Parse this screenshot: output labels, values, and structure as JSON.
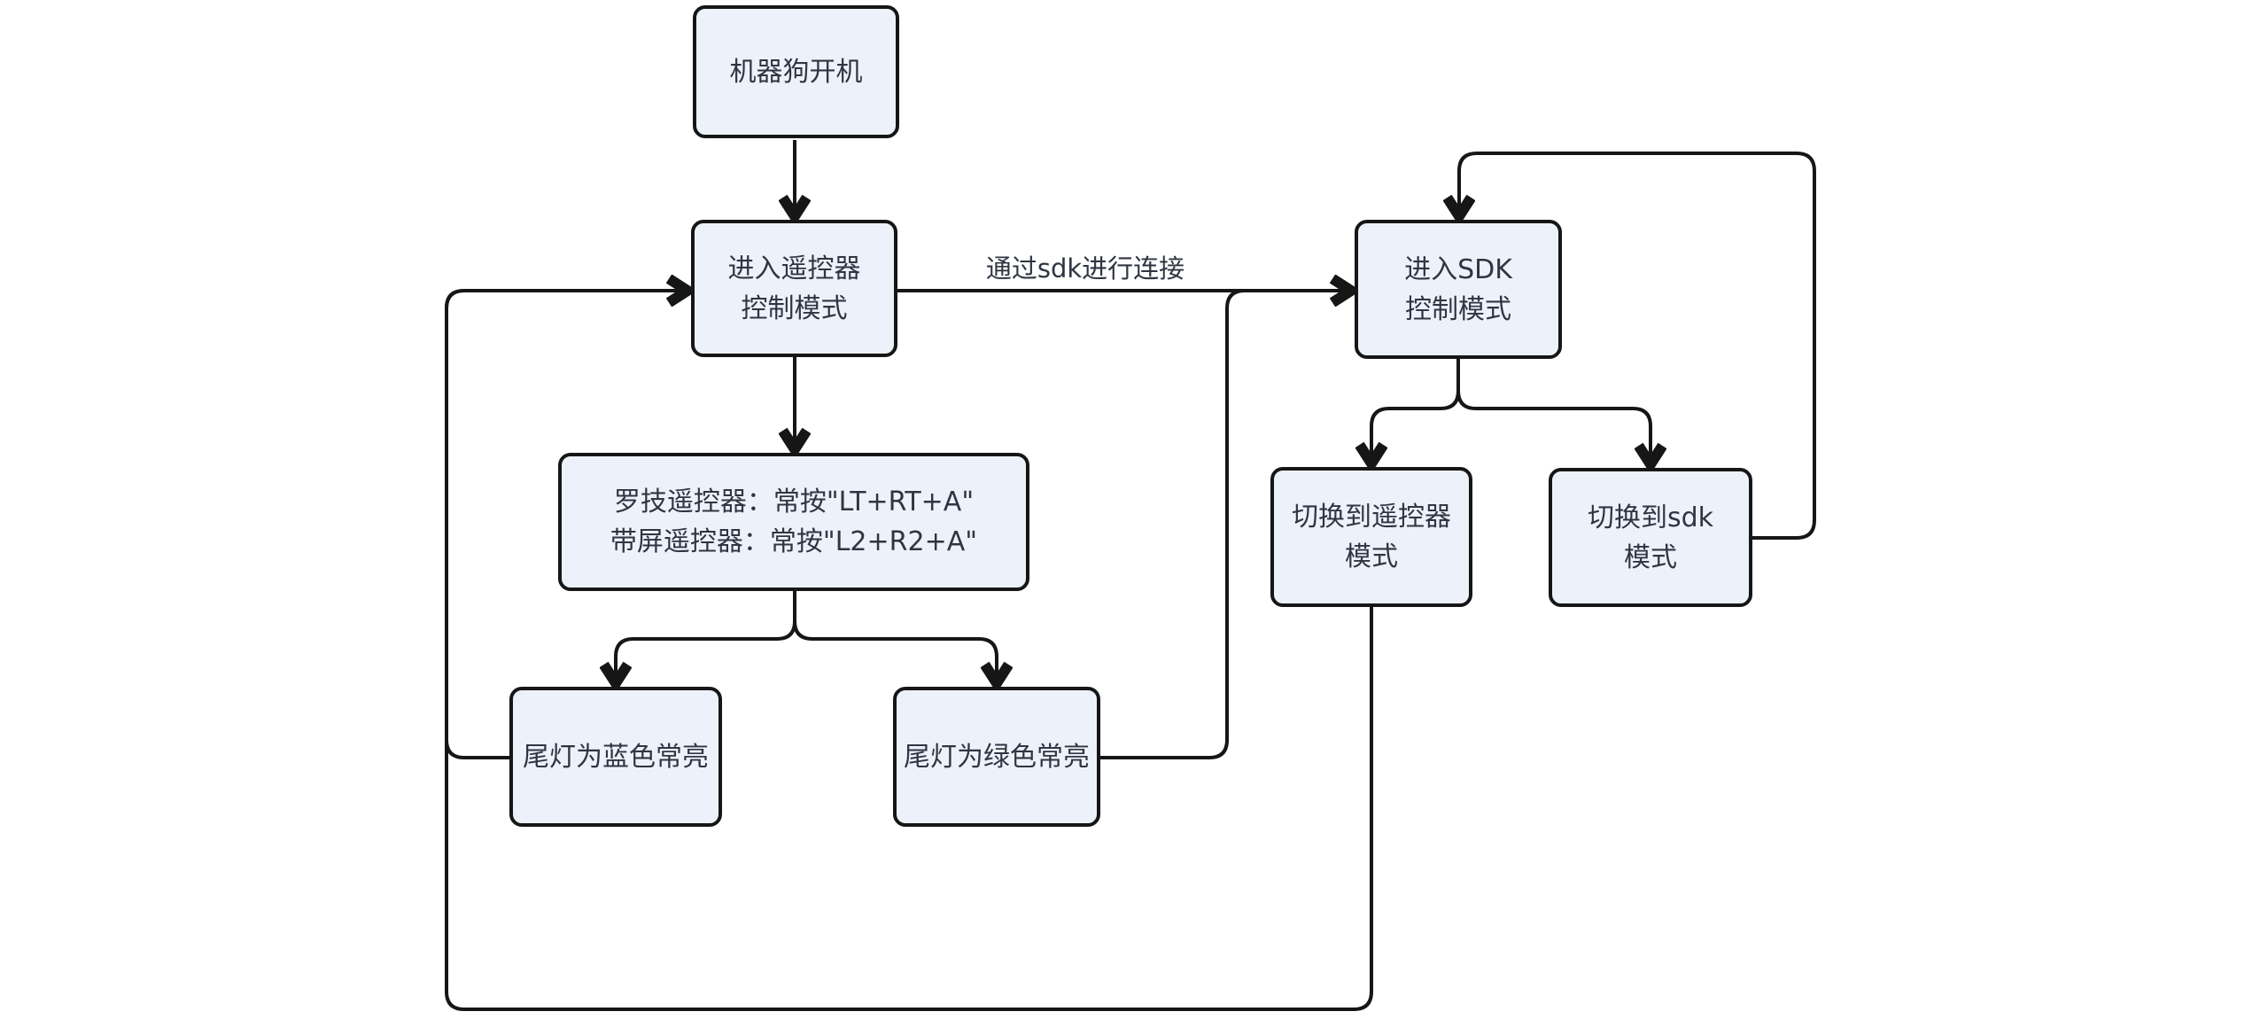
{
  "diagram_type": "flowchart",
  "colors": {
    "page_bg": "#ffffff",
    "node_fill": "#edf2fa",
    "node_border": "#161616",
    "edge": "#161616",
    "text": "#2f3542"
  },
  "nodes": [
    {
      "id": "power-on",
      "label": "机器狗开机"
    },
    {
      "id": "remote-mode",
      "label": "进入遥控器\n控制模式"
    },
    {
      "id": "hold-keys",
      "label": "罗技遥控器：常按\"LT+RT+A\"\n带屏遥控器：常按\"L2+R2+A\""
    },
    {
      "id": "tail-blue",
      "label": "尾灯为蓝色常亮"
    },
    {
      "id": "tail-green",
      "label": "尾灯为绿色常亮"
    },
    {
      "id": "sdk-mode",
      "label": "进入SDK\n控制模式"
    },
    {
      "id": "switch-remote",
      "label": "切换到遥控器\n模式"
    },
    {
      "id": "switch-sdk",
      "label": "切换到sdk\n模式"
    }
  ],
  "edges": [
    {
      "from": "power-on",
      "to": "remote-mode",
      "label": ""
    },
    {
      "from": "remote-mode",
      "to": "hold-keys",
      "label": ""
    },
    {
      "from": "hold-keys",
      "to": "tail-blue",
      "label": ""
    },
    {
      "from": "hold-keys",
      "to": "tail-green",
      "label": ""
    },
    {
      "from": "remote-mode",
      "to": "sdk-mode",
      "label": "通过sdk进行连接"
    },
    {
      "from": "tail-green",
      "to": "sdk-mode",
      "label": ""
    },
    {
      "from": "tail-blue",
      "to": "remote-mode",
      "label": ""
    },
    {
      "from": "sdk-mode",
      "to": "switch-remote",
      "label": ""
    },
    {
      "from": "sdk-mode",
      "to": "switch-sdk",
      "label": ""
    },
    {
      "from": "switch-sdk",
      "to": "sdk-mode",
      "label": ""
    },
    {
      "from": "switch-remote",
      "to": "remote-mode",
      "label": ""
    }
  ]
}
